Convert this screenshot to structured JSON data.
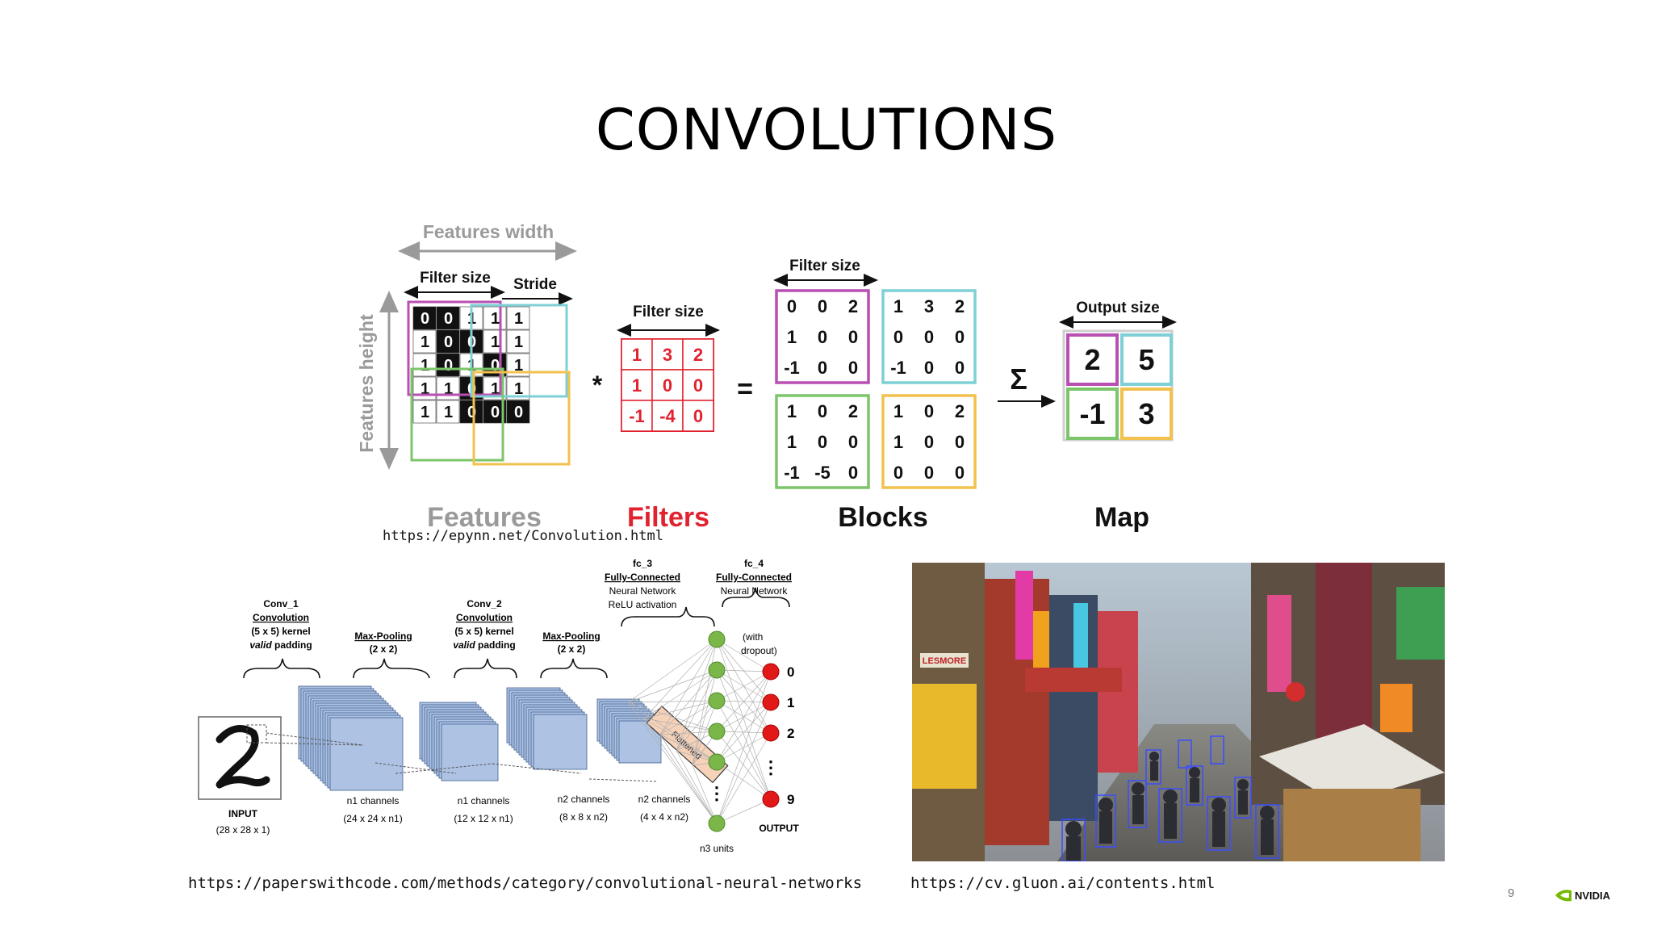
{
  "slide": {
    "title": "CONVOLUTIONS",
    "page_number": "9",
    "brand": "NVIDIA"
  },
  "convolution": {
    "features_width_label": "Features width",
    "features_height_label": "Features height",
    "filter_size_label": "Filter size",
    "stride_label": "Stride",
    "output_size_label": "Output size",
    "features_grid": [
      [
        0,
        0,
        1,
        1,
        1
      ],
      [
        1,
        0,
        0,
        1,
        1
      ],
      [
        1,
        0,
        1,
        0,
        1
      ],
      [
        1,
        1,
        0,
        1,
        1
      ],
      [
        1,
        1,
        0,
        0,
        0
      ]
    ],
    "filter_grid": [
      [
        1,
        3,
        2
      ],
      [
        1,
        0,
        0
      ],
      [
        -1,
        -4,
        0
      ]
    ],
    "blocks": [
      [
        [
          0,
          0,
          2
        ],
        [
          1,
          0,
          0
        ],
        [
          -1,
          0,
          0
        ]
      ],
      [
        [
          1,
          3,
          2
        ],
        [
          0,
          0,
          0
        ],
        [
          -1,
          0,
          0
        ]
      ],
      [
        [
          1,
          0,
          2
        ],
        [
          1,
          0,
          0
        ],
        [
          -1,
          -5,
          0
        ]
      ],
      [
        [
          1,
          0,
          2
        ],
        [
          1,
          0,
          0
        ],
        [
          0,
          0,
          0
        ]
      ]
    ],
    "map_grid": [
      [
        2,
        5
      ],
      [
        -1,
        3
      ]
    ],
    "operator_multiply": "*",
    "operator_equals": "=",
    "operator_sum": "Σ",
    "captions": {
      "features": "Features",
      "filters": "Filters",
      "blocks": "Blocks",
      "map": "Map"
    },
    "source_url": "https://epynn.net/Convolution.html",
    "colors": {
      "purple": "#b84fb2",
      "cyan": "#7fd0d6",
      "green": "#7cc56a",
      "yellow": "#f2c14e",
      "red": "#e0232f",
      "gray": "#9a9a9a"
    }
  },
  "cnn": {
    "layers": [
      {
        "name": "Conv_1",
        "type": "Convolution",
        "detail1": "(5 x 5) kernel",
        "detail2_em": "valid",
        "detail2": " padding"
      },
      {
        "name": "",
        "type": "Max-Pooling",
        "detail1": "(2 x 2)"
      },
      {
        "name": "Conv_2",
        "type": "Convolution",
        "detail1": "(5 x 5) kernel",
        "detail2_em": "valid",
        "detail2": " padding"
      },
      {
        "name": "",
        "type": "Max-Pooling",
        "detail1": "(2 x 2)"
      },
      {
        "name": "fc_3",
        "type": "Fully-Connected",
        "detail1": "Neural Network",
        "detail2": "ReLU activation"
      },
      {
        "name": "fc_4",
        "type": "Fully-Connected",
        "detail1": "Neural Network"
      }
    ],
    "dropout_note_1": "(with",
    "dropout_note_2": "dropout)",
    "flattened_label": "Flattened",
    "input_label": "INPUT",
    "input_dims": "(28 x 28 x 1)",
    "stages": [
      {
        "channels": "n1 channels",
        "dims": "(24 x 24 x n1)"
      },
      {
        "channels": "n1 channels",
        "dims": "(12 x 12 x n1)"
      },
      {
        "channels": "n2 channels",
        "dims": "(8 x 8 x n2)"
      },
      {
        "channels": "n2 channels",
        "dims": "(4 x 4 x n2)"
      }
    ],
    "units_label": "n3 units",
    "output_label": "OUTPUT",
    "outputs": [
      "0",
      "1",
      "2",
      "9"
    ],
    "source_url": "https://paperswithcode.com/methods/category/convolutional-neural-networks"
  },
  "photo": {
    "source_url": "https://cv.gluon.ai/contents.html",
    "sign_text": "LESMORE"
  }
}
